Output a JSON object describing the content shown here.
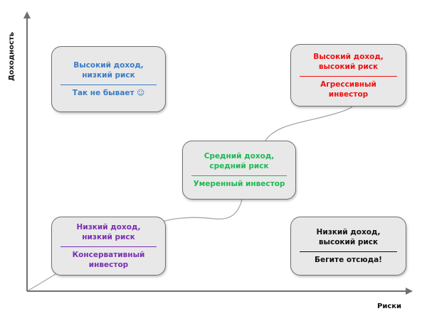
{
  "axes": {
    "y_label": "Доходность",
    "x_label": "Риски",
    "axis_color": "#6f6f6f"
  },
  "connector_color": "#a6a6a6",
  "boxes": {
    "top_left": {
      "title": "Высокий доход, низкий риск",
      "subtitle": "Так не бывает ☺",
      "color": "#3b7cc4"
    },
    "top_right": {
      "title": "Высокий доход, высокий риск",
      "subtitle": "Агрессивный инвестор",
      "color": "#ee1111"
    },
    "middle": {
      "title": "Средний доход, средний риск",
      "subtitle": "Умеренный инвестор",
      "color": "#1db954"
    },
    "bottom_left": {
      "title": "Низкий доход, низкий риск",
      "subtitle": "Консервативный инвестор",
      "color": "#7a2fb0"
    },
    "bottom_right": {
      "title": "Низкий доход, высокий риск",
      "subtitle": "Бегите отсюда!",
      "color": "#111111"
    }
  }
}
